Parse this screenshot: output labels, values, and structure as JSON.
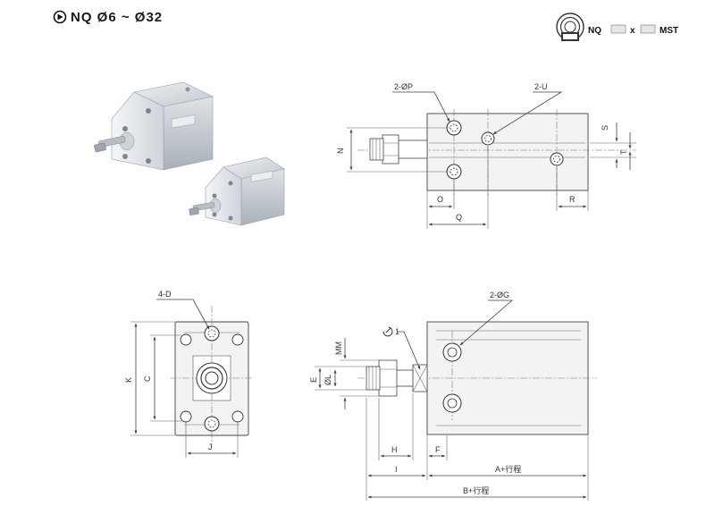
{
  "header": {
    "title": "NQ Ø6 ~ Ø32",
    "order_code": {
      "prefix": "NQ",
      "sep": "x",
      "suffix": "MST"
    }
  },
  "top_view": {
    "labels": [
      "2-ØP",
      "2-U",
      "N",
      "S",
      "T",
      "O",
      "Q",
      "R"
    ]
  },
  "front_view": {
    "labels": [
      "4-D",
      "K",
      "C",
      "J"
    ]
  },
  "side_view": {
    "labels": [
      "2-ØG",
      "1",
      "MM",
      "E",
      "ØL",
      "H",
      "F",
      "I",
      "A+行程",
      "B+行程"
    ]
  },
  "colors": {
    "line": "#444444",
    "body_fill": "#f3f3f3",
    "photo_metal": "#c9ced4"
  }
}
